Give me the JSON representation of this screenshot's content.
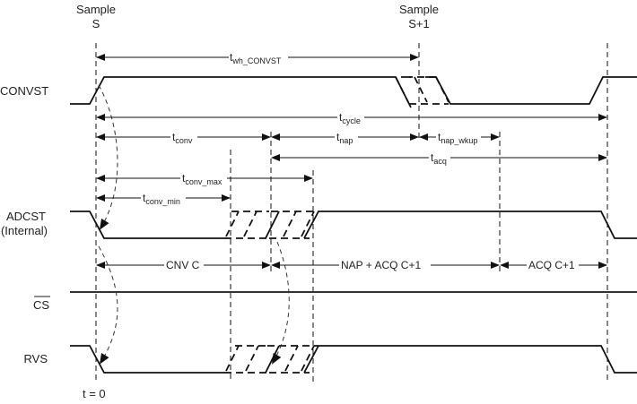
{
  "samples": [
    {
      "line1": "Sample",
      "line2": "S"
    },
    {
      "line1": "Sample",
      "line2": "S+1"
    }
  ],
  "signals": {
    "convst": "CONVST",
    "adcst_line1": "ADCST",
    "adcst_line2": "(Internal)",
    "cs": "CS",
    "rvs": "RVS"
  },
  "timings": {
    "twh_convst": {
      "t": "t",
      "sub": "wh_CONVST"
    },
    "tcycle": {
      "t": "t",
      "sub": "cycle"
    },
    "tconv": {
      "t": "t",
      "sub": "conv"
    },
    "tnap": {
      "t": "t",
      "sub": "nap"
    },
    "tnap_wkup": {
      "t": "t",
      "sub": "nap_wkup"
    },
    "tacq": {
      "t": "t",
      "sub": "acq"
    },
    "tconv_max": {
      "t": "t",
      "sub": "conv_max"
    },
    "tconv_min": {
      "t": "t",
      "sub": "conv_min"
    }
  },
  "phases": {
    "cnv": "CNV C",
    "nap_acq": "NAP + ACQ C+1",
    "acq": "ACQ C+1"
  },
  "time_origin": "t = 0"
}
